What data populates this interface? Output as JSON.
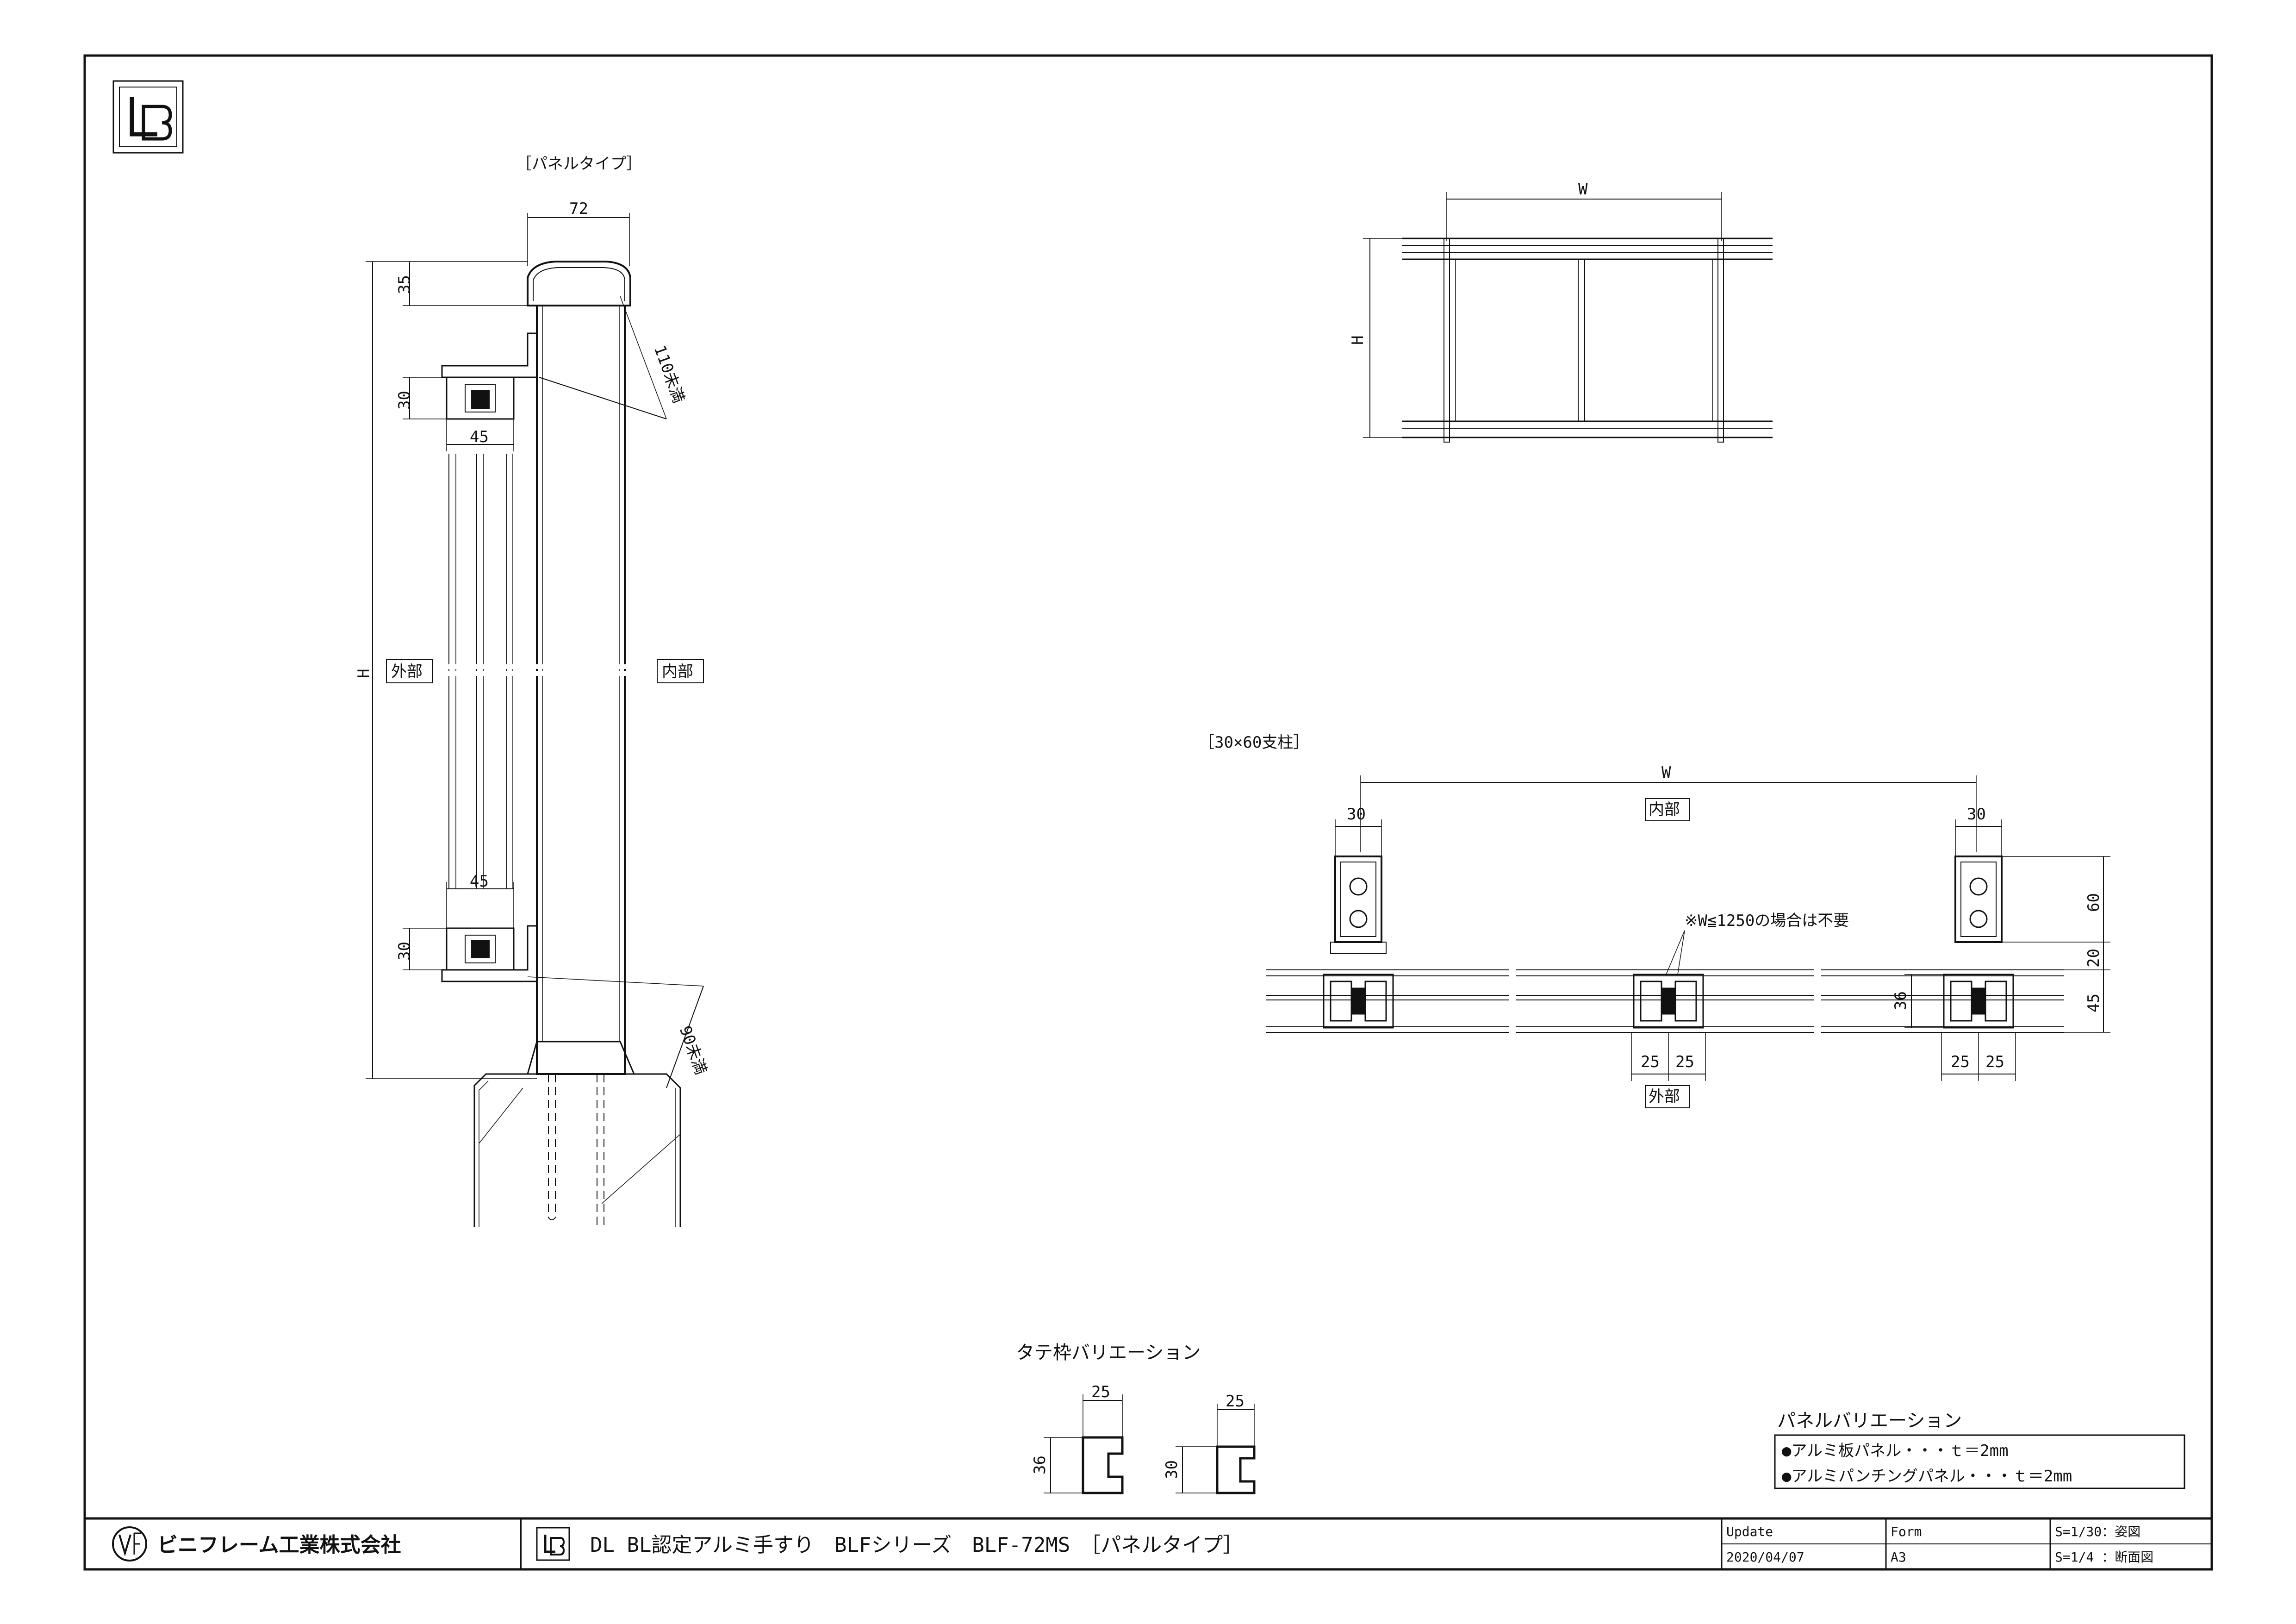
{
  "drawing": {
    "panel_type_label": "［パネルタイプ］",
    "post_label": "［30×60支柱］",
    "inside": "内部",
    "outside": "外部",
    "dims": {
      "d72": "72",
      "d35": "35",
      "d30": "30",
      "d45": "45",
      "d110": "110未満",
      "d90": "90未満",
      "H": "H",
      "W": "W",
      "d60": "60",
      "d20": "20",
      "d36": "36",
      "d25": "25"
    },
    "note_w": "※W≦1250の場合は不要"
  },
  "frame_variation": {
    "title": "タテ枠バリエーション",
    "a": {
      "width": "25",
      "height": "36"
    },
    "b": {
      "width": "25",
      "height": "30"
    }
  },
  "panel_variation": {
    "title": "パネルバリエーション",
    "items": [
      "●アルミ板パネル・・・ｔ＝2mm",
      "●アルミパンチングパネル・・・ｔ＝2mm"
    ]
  },
  "title_block": {
    "company": "ビニフレーム工業株式会社",
    "drawing_title": "DL BL認定アルミ手すり　BLFシリーズ　BLF-72MS　［パネルタイプ］",
    "update_label": "Update",
    "update_date": "2020/04/07",
    "form_label": "Form",
    "form_value": "A3",
    "scale1": "S=1/30：姿図",
    "scale2": "S=1/4 ：断面図"
  }
}
